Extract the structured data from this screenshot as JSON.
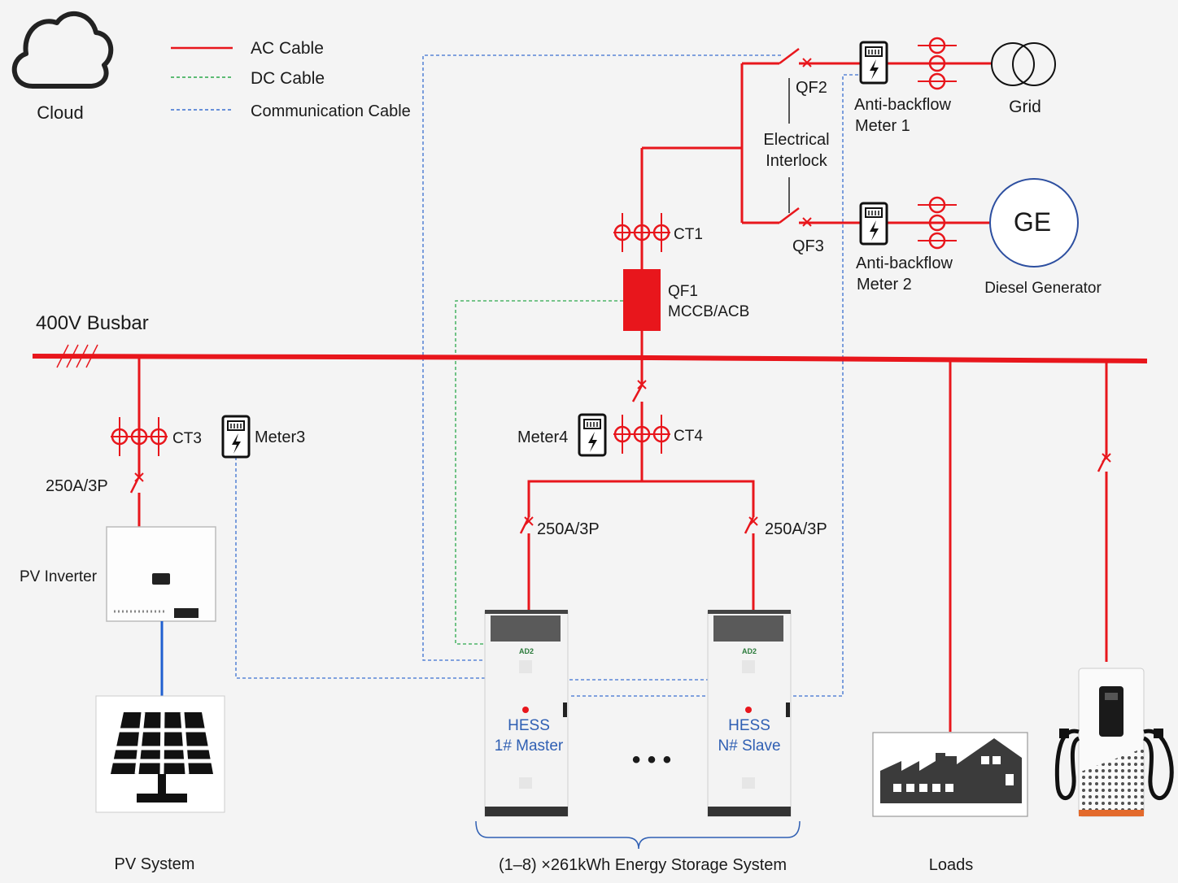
{
  "legend": {
    "ac": "AC Cable",
    "dc": "DC Cable",
    "comm": "Communication Cable"
  },
  "cloud": {
    "label": "Cloud",
    "icon": "cloud-icon"
  },
  "busbar": {
    "label": "400V Busbar"
  },
  "grid": {
    "label": "Grid",
    "icon": "transformer-icon"
  },
  "generator": {
    "symbol": "GE",
    "label": "Diesel Generator"
  },
  "meters": {
    "m1": [
      "Anti-backflow",
      "Meter 1"
    ],
    "m2": [
      "Anti-backflow",
      "Meter 2"
    ],
    "m3": "Meter3",
    "m4": "Meter4"
  },
  "breakers": {
    "qf2": "QF2",
    "qf3": "QF3",
    "interlock": [
      "Electrical",
      "Interlock"
    ],
    "qf1": [
      "QF1",
      "MCCB/ACB"
    ],
    "pv": "250A/3P",
    "hess1": "250A/3P",
    "hessn": "250A/3P"
  },
  "ct": {
    "ct1": "CT1",
    "ct3": "CT3",
    "ct4": "CT4"
  },
  "pv": {
    "inverter": "PV Inverter",
    "system": "PV System",
    "icon": "solar-panel-icon"
  },
  "hess": {
    "master": [
      "HESS",
      "1# Master"
    ],
    "slave": [
      "HESS",
      "N# Slave"
    ],
    "brand": "AD2",
    "ellipsis": "• • •",
    "caption": "(1–8) ×261kWh Energy Storage System"
  },
  "loads": {
    "label": "Loads",
    "icon": "factory-house-icon"
  },
  "charger": {
    "icon": "ev-charger-icon"
  },
  "colors": {
    "ac": "#e8161c",
    "dc": "#2aa84a",
    "comm": "#3a6fd0",
    "pv_dc": "#1f5fd0",
    "generator": "#2d4fa0"
  }
}
